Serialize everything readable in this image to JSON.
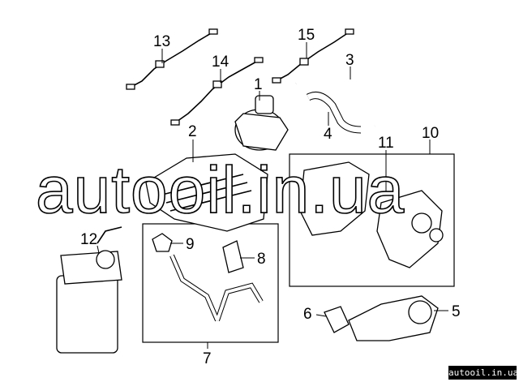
{
  "callouts": {
    "c1": "1",
    "c2": "2",
    "c3": "3",
    "c4": "4",
    "c5": "5",
    "c6": "6",
    "c7": "7",
    "c8": "8",
    "c9": "9",
    "c10": "10",
    "c11": "11",
    "c12": "12",
    "c13": "13",
    "c14": "14",
    "c15": "15"
  },
  "watermark": "autooil.in.ua",
  "badge": "autooil.in.ua"
}
